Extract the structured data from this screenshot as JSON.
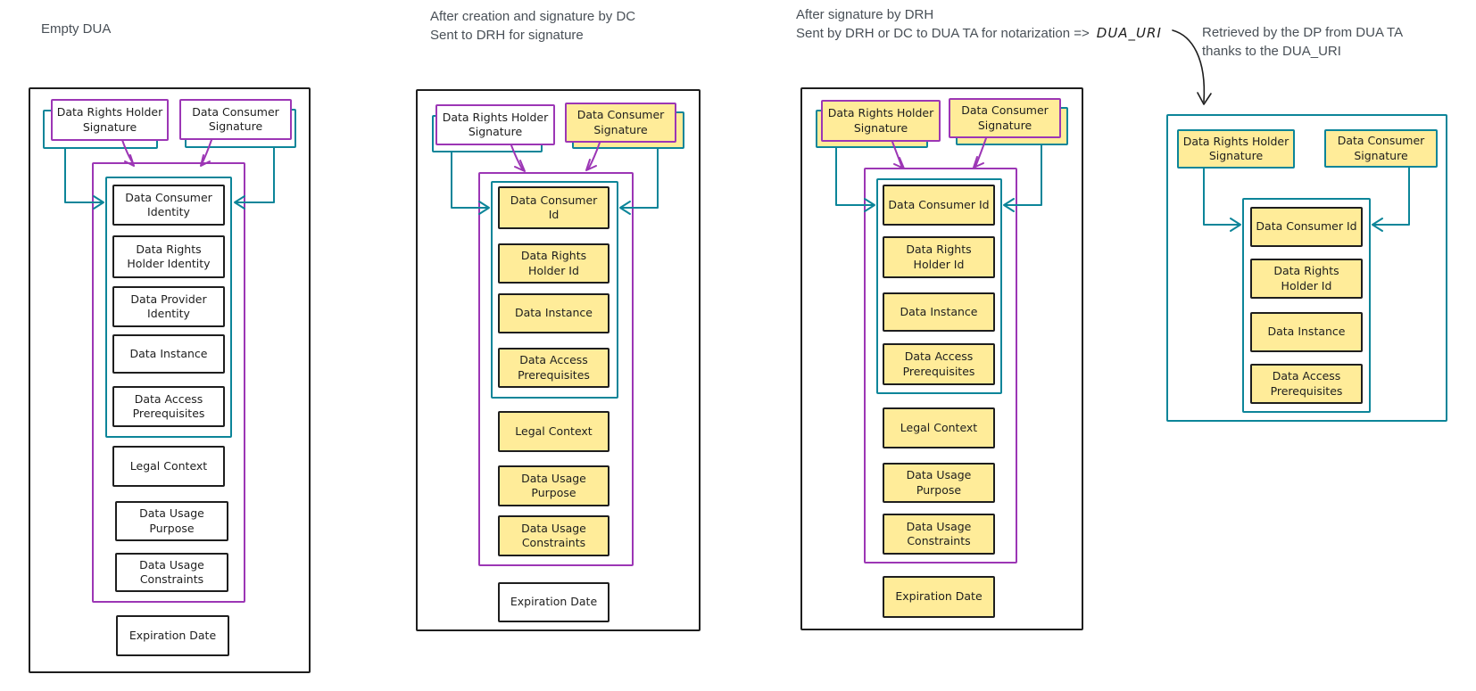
{
  "colors": {
    "background": "#ffffff",
    "ink": "#1e1e1e",
    "purple_stroke": "#9c36b5",
    "teal_stroke": "#0c8599",
    "yellow_fill": "#ffec99",
    "caption_text": "#495057"
  },
  "panels": {
    "p1": {
      "caption": [
        "Empty DUA"
      ],
      "sig_drh": "Data Rights Holder Signature",
      "sig_dc": "Data Consumer Signature",
      "items": [
        "Data Consumer Identity",
        "Data Rights Holder Identity",
        "Data Provider Identity",
        "Data Instance",
        "Data Access Prerequisites",
        "Legal Context",
        "Data Usage Purpose",
        "Data Usage Constraints",
        "Expiration Date"
      ]
    },
    "p2": {
      "caption": [
        "After creation and signature by DC",
        "Sent to DRH for signature"
      ],
      "sig_drh": "Data Rights Holder Signature",
      "sig_dc": "Data Consumer Signature",
      "items": [
        "Data Consumer Id",
        "Data Rights Holder Id",
        "Data Instance",
        "Data Access Prerequisites",
        "Legal Context",
        "Data Usage Purpose",
        "Data Usage Constraints",
        "Expiration Date"
      ]
    },
    "p3": {
      "caption": [
        "After signature by DRH",
        "Sent by DRH or DC to DUA TA for notarization =>"
      ],
      "dua_uri": "DUA_URI",
      "sig_drh": "Data Rights Holder Signature",
      "sig_dc": "Data Consumer Signature",
      "items": [
        "Data Consumer Id",
        "Data Rights Holder Id",
        "Data Instance",
        "Data Access Prerequisites",
        "Legal Context",
        "Data Usage Purpose",
        "Data Usage Constraints",
        "Expiration Date"
      ]
    },
    "p4": {
      "caption": [
        "Retrieved by the DP from DUA TA",
        "thanks to the DUA_URI"
      ],
      "sig_drh": "Data Rights Holder Signature",
      "sig_dc": "Data Consumer Signature",
      "items": [
        "Data Consumer Id",
        "Data Rights Holder Id",
        "Data Instance",
        "Data Access Prerequisites"
      ]
    }
  }
}
